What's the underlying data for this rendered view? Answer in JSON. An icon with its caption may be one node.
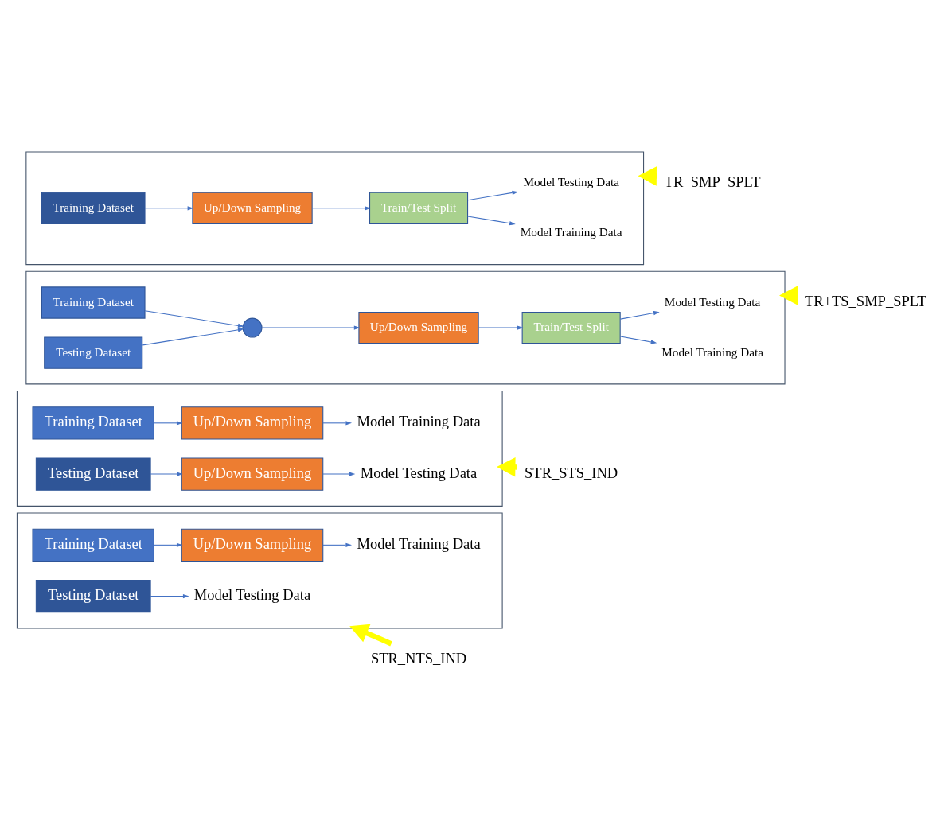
{
  "diagram": {
    "nodes": [
      {
        "text": [],
        "shape": "box"
      },
      {
        "text": [
          "Training Dataset"
        ],
        "in": 0
      },
      {
        "text": [
          "Up/Down Sampling"
        ],
        "in": 0
      },
      {
        "text": [
          "Model Training Data"
        ],
        "in": 0
      },
      {
        "text": [
          "Testing Dataset"
        ],
        "in": 0
      },
      {
        "text": [
          "Model Testing Data"
        ],
        "in": 0
      },
      {
        "text": [
          "STR_NTS_IND"
        ]
      },
      {
        "text": [],
        "shape": "box"
      },
      {
        "text": [
          "Training Dataset"
        ],
        "in": 7
      },
      {
        "text": [
          "Up/Down Sampling"
        ],
        "in": 7
      },
      {
        "text": [
          "Model Training Data"
        ],
        "in": 7
      },
      {
        "text": [
          "Testing Dataset"
        ],
        "in": 7
      },
      {
        "text": [
          "Up/Down Sampling"
        ],
        "in": 7
      },
      {
        "text": [
          "Model Testing Data"
        ],
        "in": 7
      },
      {
        "text": [
          "STR_STS_IND"
        ]
      },
      {
        "text": [],
        "shape": "box"
      },
      {
        "text": [
          "Training Dataset"
        ],
        "in": 15
      },
      {
        "text": [
          "Testing Dataset"
        ],
        "in": 15
      },
      {
        "text": [],
        "shape": "circle",
        "in": 15
      },
      {
        "text": [
          "Up/Down Sampling"
        ],
        "in": 15
      },
      {
        "text": [
          "Train/Test Split"
        ],
        "in": 15
      },
      {
        "text": [
          "Model Training Data"
        ],
        "in": 15
      },
      {
        "text": [
          "Model Testing Data"
        ],
        "in": 15
      },
      {
        "text": [
          "TR+TS_SMP_SPLT"
        ]
      },
      {
        "text": [],
        "shape": "box"
      },
      {
        "text": [
          "Training Dataset"
        ],
        "in": 24
      },
      {
        "text": [
          "Up/Down Sampling"
        ],
        "in": 24
      },
      {
        "text": [
          "Train/Test Split"
        ],
        "in": 24
      },
      {
        "text": [
          "Model Training Data"
        ],
        "in": 24
      },
      {
        "text": [
          "Model Testing Data"
        ],
        "in": 24
      },
      {
        "text": [
          "TR_SMP_SPLT"
        ]
      }
    ],
    "edges": [
      {
        "from": 1,
        "to": 2,
        "arrow": "to"
      },
      {
        "from": 2,
        "to": 3,
        "arrow": "to"
      },
      {
        "from": 4,
        "to": 5,
        "arrow": "to"
      },
      {
        "from": 6,
        "to": 0,
        "arrow": "to",
        "style": "thick",
        "color": "#ffff00"
      },
      {
        "from": 8,
        "to": 9,
        "arrow": "to"
      },
      {
        "from": 9,
        "to": 10,
        "arrow": "to"
      },
      {
        "from": 11,
        "to": 12,
        "arrow": "to"
      },
      {
        "from": 12,
        "to": 13,
        "arrow": "to"
      },
      {
        "from": 14,
        "to": 7,
        "arrow": "to",
        "style": "thick",
        "color": "#ffff00"
      },
      {
        "from": 16,
        "to": 18,
        "arrow": "to"
      },
      {
        "from": 17,
        "to": 18,
        "arrow": "to"
      },
      {
        "from": 18,
        "to": 19,
        "arrow": "to"
      },
      {
        "from": 19,
        "to": 20,
        "arrow": "to"
      },
      {
        "from": 20,
        "to": 21,
        "arrow": "to"
      },
      {
        "from": 20,
        "to": 22,
        "arrow": "to"
      },
      {
        "from": 23,
        "to": 15,
        "arrow": "to",
        "style": "thick",
        "color": "#ffff00"
      },
      {
        "from": 25,
        "to": 26,
        "arrow": "to"
      },
      {
        "from": 26,
        "to": 27,
        "arrow": "to"
      },
      {
        "from": 27,
        "to": 28,
        "arrow": "to"
      },
      {
        "from": 27,
        "to": 29,
        "arrow": "to"
      },
      {
        "from": 30,
        "to": 24,
        "arrow": "to",
        "style": "thick",
        "color": "#ffff00"
      }
    ]
  }
}
